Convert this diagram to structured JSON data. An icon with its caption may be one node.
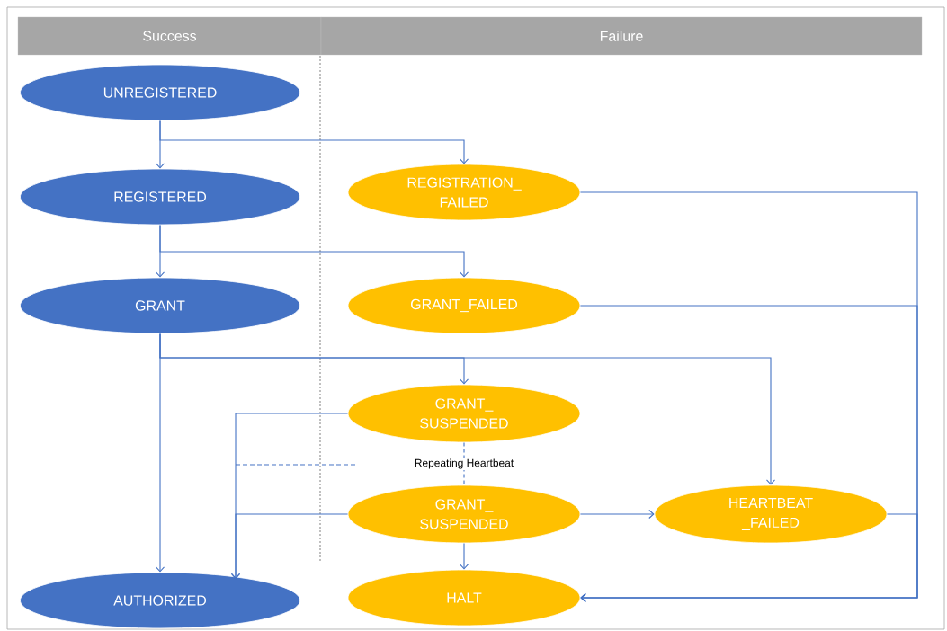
{
  "diagram": {
    "nodes": [
      {
        "text": [
          "Success"
        ]
      },
      {
        "text": [
          "Failure"
        ]
      },
      {
        "text": [
          "UNREGISTERED"
        ]
      },
      {
        "text": [
          "REGISTERED"
        ]
      },
      {
        "text": [
          "REGISTRATION_ FAILED"
        ]
      },
      {
        "text": [
          "GRANT"
        ]
      },
      {
        "text": [
          "GRANT_FAILED"
        ]
      },
      {
        "text": [
          "GRANT_ SUSPENDED"
        ]
      },
      {
        "text": [
          "GRANT_ SUSPENDED"
        ]
      },
      {
        "text": [
          "HEARTBEAT _FAILED"
        ]
      },
      {
        "text": [
          "AUTHORIZED"
        ]
      },
      {
        "text": [
          "HALT"
        ]
      }
    ],
    "edges": [
      {
        "from": 2,
        "to": 3,
        "arrow": "to"
      },
      {
        "from": 2,
        "to": 4,
        "arrow": "to"
      },
      {
        "from": 3,
        "to": 5,
        "arrow": "to"
      },
      {
        "from": 3,
        "to": 6,
        "arrow": "to"
      },
      {
        "from": 5,
        "to": 10,
        "arrow": "to"
      },
      {
        "from": 5,
        "to": 7,
        "arrow": "to"
      },
      {
        "from": 5,
        "to": 9,
        "arrow": "to"
      },
      {
        "from": 7,
        "to": 10,
        "arrow": "to"
      },
      {
        "from": 7,
        "to": 8,
        "arrow": "none",
        "style": "dashed",
        "label": "Repeating   Heartbeat"
      },
      {
        "from": 8,
        "to": 10,
        "arrow": "to"
      },
      {
        "from": 8,
        "to": 9,
        "arrow": "to"
      },
      {
        "from": 8,
        "to": 11,
        "arrow": "to"
      },
      {
        "from": 4,
        "to": 11,
        "arrow": "to"
      },
      {
        "from": 6,
        "to": 11,
        "arrow": "to"
      },
      {
        "from": 9,
        "to": 11,
        "arrow": "to"
      }
    ]
  }
}
